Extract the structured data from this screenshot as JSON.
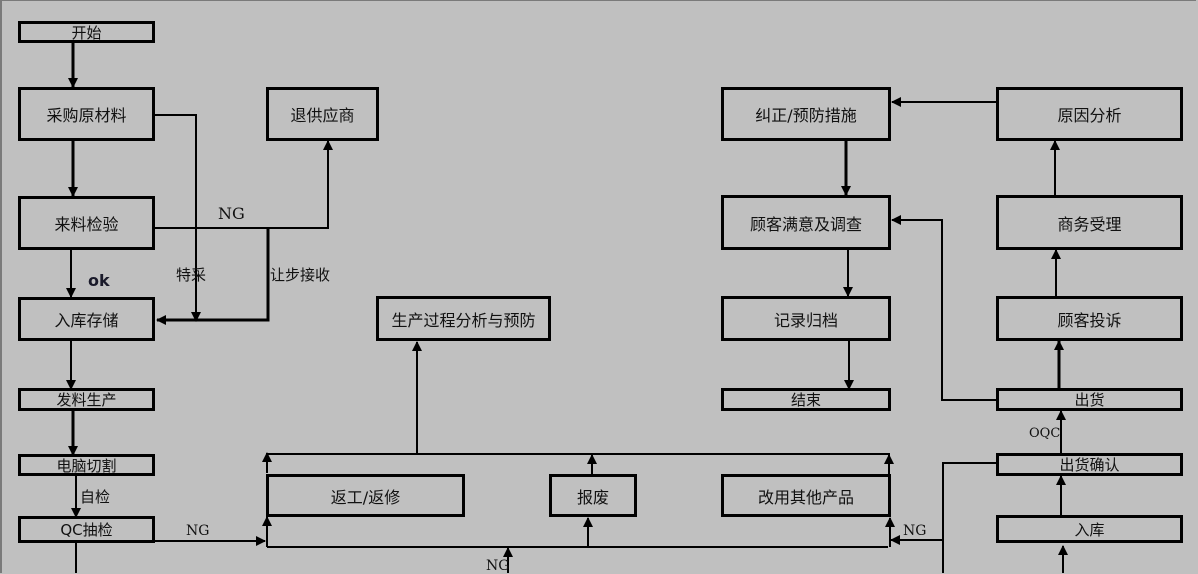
{
  "diagram": {
    "nodes": {
      "start": "开始",
      "purchase": "采购原材料",
      "return_supplier": "退供应商",
      "incoming_inspection": "来料检验",
      "warehousing": "入库存储",
      "material_issue": "发料生产",
      "cnc_cutting": "电脑切割",
      "qc_sampling": "QC抽检",
      "process_analysis": "生产过程分析与预防",
      "rework": "返工/返修",
      "scrap": "报废",
      "repurpose": "改用其他产品",
      "corrective": "纠正/预防措施",
      "root_cause": "原因分析",
      "satisfaction": "顾客满意及调查",
      "business": "商务受理",
      "archive": "记录归档",
      "complaint": "顾客投诉",
      "end": "结束",
      "shipment": "出货",
      "shipment_confirm": "出货确认",
      "stock_in": "入库"
    },
    "labels": {
      "ng_incoming": "NG",
      "ok": "ok",
      "special_purchase": "特采",
      "concession": "让步接收",
      "self_check": "自检",
      "ng_qc": "NG",
      "ng_bottom": "NG",
      "ng_right": "NG",
      "oqc": "OQC"
    }
  }
}
